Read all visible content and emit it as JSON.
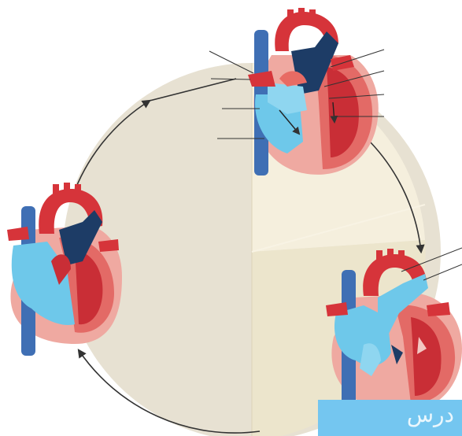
{
  "diagram": {
    "description_text": "",
    "colors": {
      "wedge_left": "#e7e1d2",
      "wedge_right_light": "#f5efdd",
      "wedge_right_dark": "#eae3ca",
      "artery_red": "#d6343a",
      "muscle_red": "#e27a74",
      "pericardium_pink": "#efa9a1",
      "deoxy_blue": "#6ec8ea",
      "vein_blue": "#3f6fb4",
      "pulmonary_dark": "#1d3c66",
      "arrow": "#333333",
      "watermark_bg": "#74c6f0"
    },
    "hearts": [
      "heart-top",
      "heart-left",
      "heart-right"
    ]
  },
  "watermark": {
    "text": "درس"
  }
}
